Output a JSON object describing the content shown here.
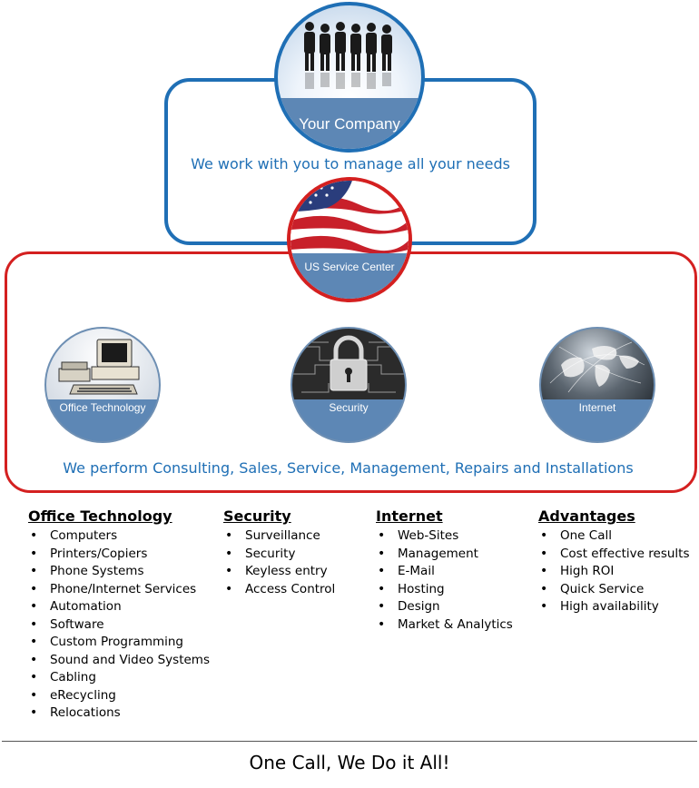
{
  "company": {
    "label": "Your Company",
    "tagline": "We work with you to manage all your needs"
  },
  "center": {
    "label": "US Service Center",
    "tagline": "We perform Consulting, Sales, Service, Management, Repairs and Installations"
  },
  "services": [
    {
      "label": "Office Technology",
      "icon": "computer-icon"
    },
    {
      "label": "Security",
      "icon": "padlock-icon"
    },
    {
      "label": "Internet",
      "icon": "globe-icon"
    }
  ],
  "columns": [
    {
      "title": "Office Technology",
      "items": [
        "Computers",
        "Printers/Copiers",
        "Phone Systems",
        "Phone/Internet Services",
        "Automation",
        "Software",
        "Custom Programming",
        "Sound and Video Systems",
        "Cabling",
        "eRecycling",
        "Relocations"
      ]
    },
    {
      "title": "Security",
      "items": [
        "Surveillance",
        "Security",
        "Keyless entry",
        "Access Control"
      ]
    },
    {
      "title": "Internet",
      "items": [
        "Web-Sites",
        "Management",
        "E-Mail",
        "Hosting",
        "Design",
        "Market & Analytics"
      ]
    },
    {
      "title": "Advantages",
      "items": [
        "One Call",
        "Cost effective results",
        "High ROI",
        "Quick Service",
        "High availability"
      ]
    }
  ],
  "footer": {
    "text": "One Call, We Do it All!"
  },
  "colors": {
    "blue": "#1f6fb5",
    "red": "#d42020",
    "circle_band": "#5d87b5"
  }
}
